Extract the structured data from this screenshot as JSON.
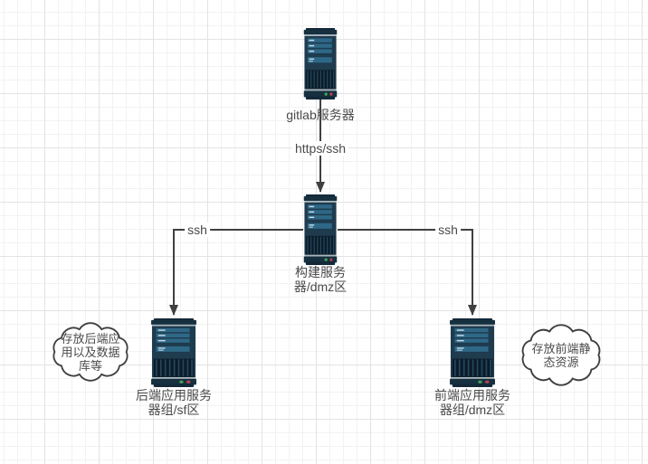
{
  "canvas": {
    "background": "#ffffff",
    "grid_minor_color": "#f2f2f2",
    "grid_major_color": "#e3e3e3"
  },
  "nodes": {
    "gitlab": {
      "label": "gitlab服务器",
      "icon": "server-tower-icon"
    },
    "build": {
      "label": "构建服务\n器/dmz区",
      "icon": "server-tower-icon"
    },
    "backend": {
      "label": "后端应用服务\n器组/sf区",
      "icon": "server-tower-icon"
    },
    "frontend": {
      "label": "前端应用服务\n器组/dmz区",
      "icon": "server-tower-icon"
    }
  },
  "edges": {
    "gitlab_to_build": {
      "label": "https/ssh",
      "from": "gitlab",
      "to": "build"
    },
    "build_to_backend": {
      "label": "ssh",
      "from": "build",
      "to": "backend"
    },
    "build_to_frontend": {
      "label": "ssh",
      "from": "build",
      "to": "frontend"
    }
  },
  "annotations": {
    "backend_cloud": {
      "shape": "cloud",
      "text": "存放后端应\n用以及数据\n库等"
    },
    "frontend_cloud": {
      "shape": "cloud",
      "text": "存放前端静\n态资源"
    }
  },
  "colors": {
    "server_body": "#1f3b4e",
    "server_cap": "#16303f",
    "server_bay": "#2e6887",
    "server_bay_dash": "#c6dae6",
    "server_vent": "#0b1b29",
    "server_trim": "#a9b6bd",
    "led_green": "#3fa35a",
    "led_red": "#b8404f",
    "edge_line": "#404040",
    "cloud_stroke": "#3f3f3f",
    "text": "#4a4a4a"
  }
}
